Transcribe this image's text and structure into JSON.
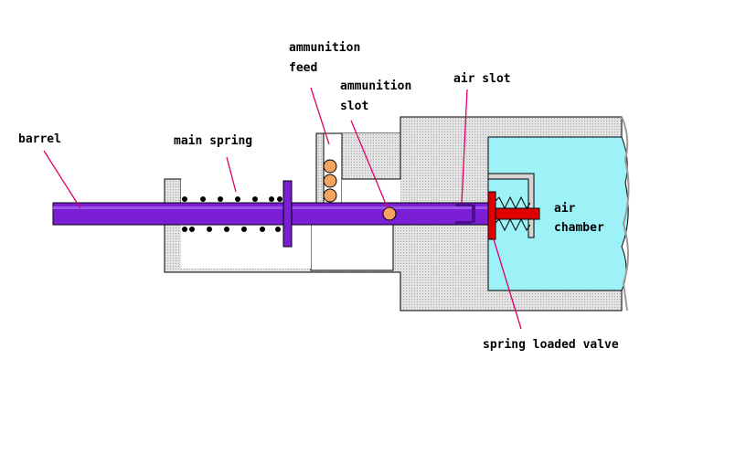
{
  "labels": {
    "barrel": "barrel",
    "main_spring": "main spring",
    "ammunition_feed_line1": "ammunition",
    "ammunition_feed_line2": "feed",
    "ammunition_slot_line1": "ammunition",
    "ammunition_slot_line2": "slot",
    "air_slot": "air slot",
    "air_chamber_line1": "air",
    "air_chamber_line2": "chamber",
    "spring_loaded_valve": "spring loaded valve"
  },
  "colors": {
    "body": "#d4d4d4",
    "body_outline": "#000000",
    "barrel": "#7a1fd6",
    "air": "#9cf2f6",
    "ammo": "#f4a460",
    "valve": "#e00000",
    "leader": "#e0006a",
    "spring_coil": "#000000"
  }
}
